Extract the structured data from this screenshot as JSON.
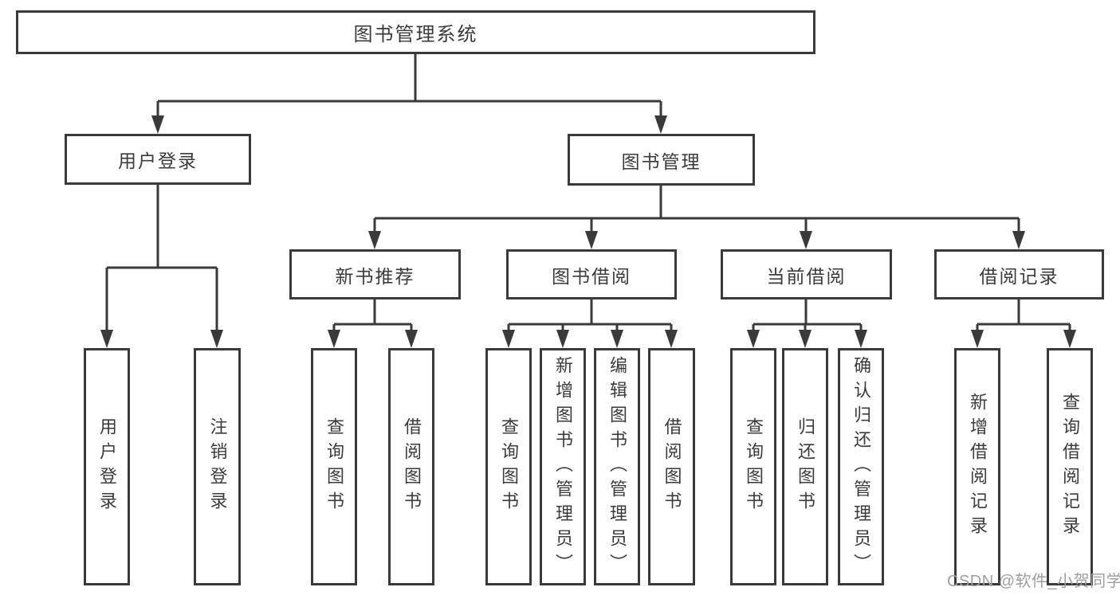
{
  "diagram": {
    "title": "图书管理系统",
    "root": {
      "label": "图书管理系统"
    },
    "level2": [
      {
        "label": "用户登录"
      },
      {
        "label": "图书管理"
      }
    ],
    "level3": [
      {
        "label": "新书推荐",
        "parent": "图书管理"
      },
      {
        "label": "图书借阅",
        "parent": "图书管理"
      },
      {
        "label": "当前借阅",
        "parent": "图书管理"
      },
      {
        "label": "借阅记录",
        "parent": "图书管理"
      }
    ],
    "leaves": [
      {
        "label": "用户登录",
        "parent": "用户登录"
      },
      {
        "label": "注销登录",
        "parent": "用户登录"
      },
      {
        "label": "查询图书",
        "parent": "新书推荐"
      },
      {
        "label": "借阅图书",
        "parent": "新书推荐"
      },
      {
        "label": "查询图书",
        "parent": "图书借阅"
      },
      {
        "label": "新增图书（管理员）",
        "parent": "图书借阅"
      },
      {
        "label": "编辑图书（管理员）",
        "parent": "图书借阅"
      },
      {
        "label": "借阅图书",
        "parent": "图书借阅"
      },
      {
        "label": "查询图书",
        "parent": "当前借阅"
      },
      {
        "label": "归还图书",
        "parent": "当前借阅"
      },
      {
        "label": "确认归还（管理员）",
        "parent": "当前借阅"
      },
      {
        "label": "新增借阅记录",
        "parent": "借阅记录"
      },
      {
        "label": "查询借阅记录",
        "parent": "借阅记录"
      }
    ],
    "colors": {
      "line": "#3a3a3a",
      "text": "#3b3b3b",
      "background": "#ffffff",
      "watermark": "#9e9e9e"
    }
  },
  "watermark": {
    "text": "CSDN @软件_小贺同学"
  }
}
